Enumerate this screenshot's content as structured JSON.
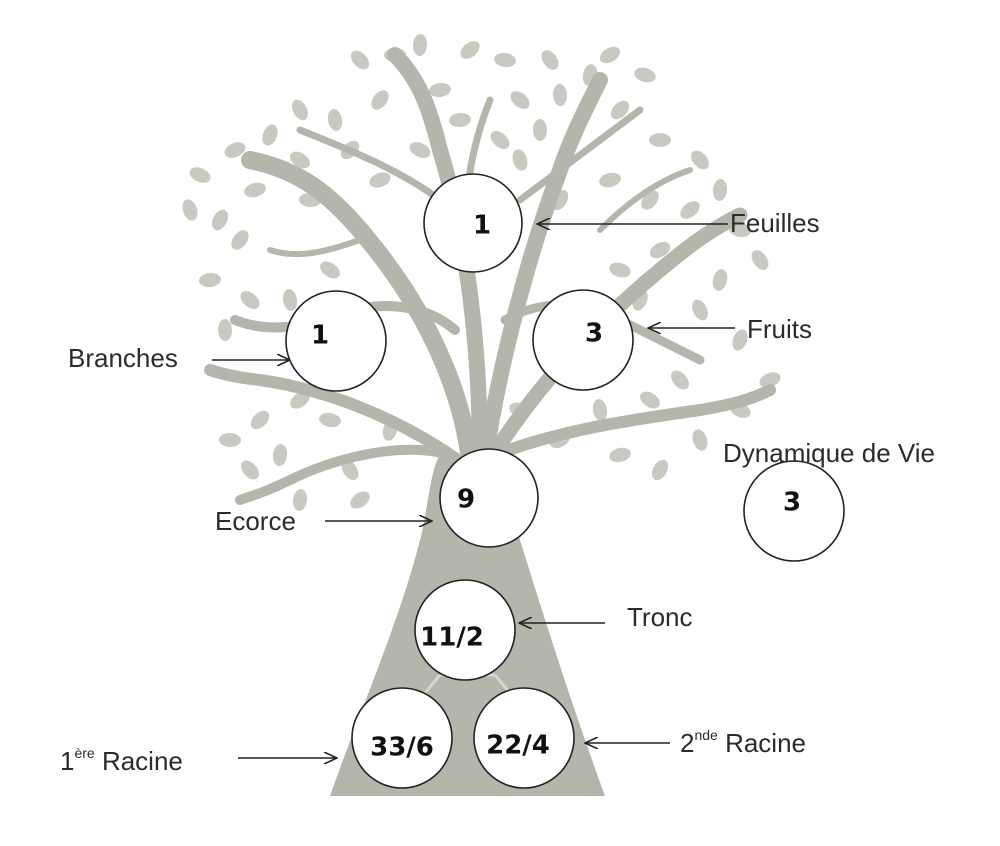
{
  "colors": {
    "tree": "#b5b5ac",
    "leaf": "#c9c9c2",
    "circle_stroke": "#222222",
    "arrow": "#222222"
  },
  "circles": {
    "feuilles": "1",
    "branches": "1",
    "fruits": "3",
    "ecorce": "9",
    "dynamique": "3",
    "tronc": "11/2",
    "racine1": "33/6",
    "racine2": "22/4"
  },
  "labels": {
    "feuilles": "Feuilles",
    "branches": "Branches",
    "fruits": "Fruits",
    "dynamique": "Dynamique de Vie",
    "ecorce": "Ecorce",
    "tronc": "Tronc",
    "racine1_num": "1",
    "racine1_sup": "ère",
    "racine1_text": "Racine",
    "racine2_num": "2",
    "racine2_sup": "nde",
    "racine2_text": "Racine"
  }
}
